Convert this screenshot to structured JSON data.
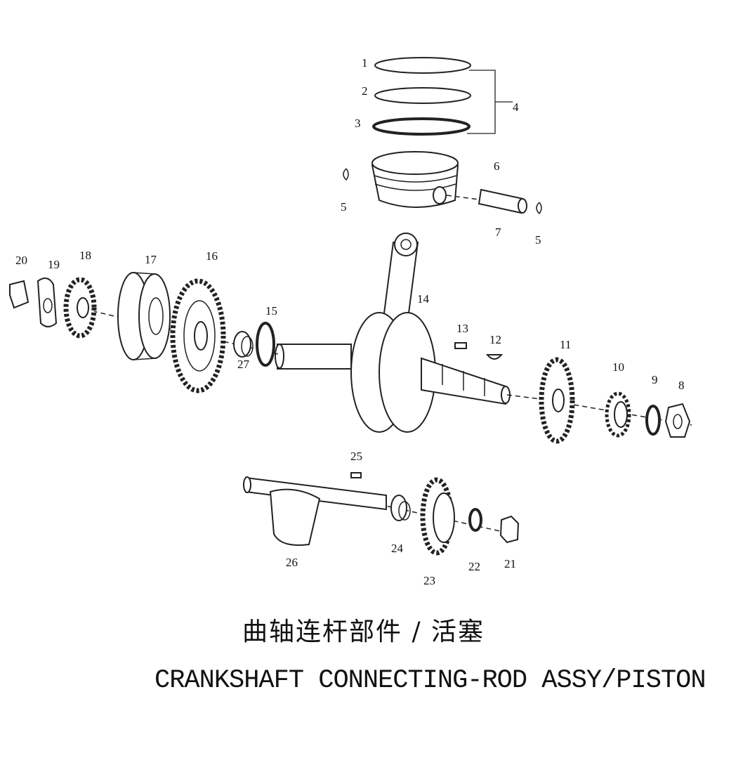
{
  "diagram": {
    "title_cn": "曲轴连杆部件 / 活塞",
    "title_en": "CRANKSHAFT CONNECTING-ROD ASSY/PISTON",
    "callouts": [
      "1",
      "2",
      "3",
      "4",
      "6",
      "5",
      "7",
      "5",
      "20",
      "19",
      "18",
      "17",
      "16",
      "15",
      "14",
      "13",
      "12",
      "11",
      "10",
      "9",
      "8",
      "27",
      "25",
      "24",
      "26",
      "23",
      "22",
      "21"
    ]
  }
}
